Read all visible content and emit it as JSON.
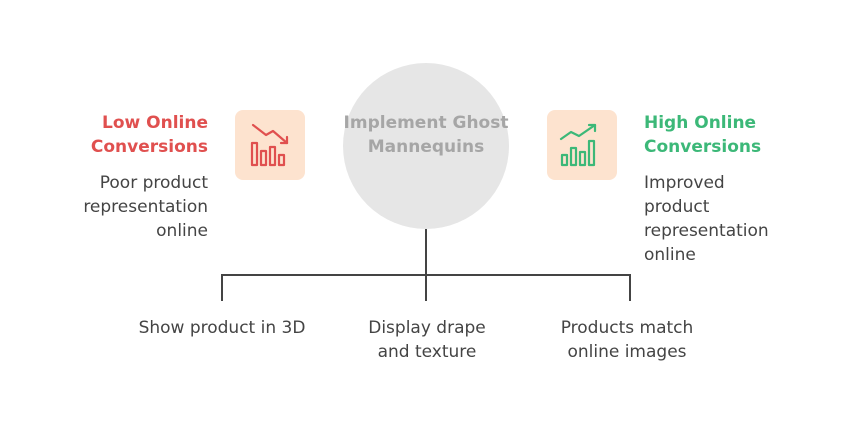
{
  "center": {
    "title": "Implement Ghost Mannequins"
  },
  "left": {
    "heading": "Low Online Conversions",
    "description": "Poor product representation online",
    "icon": "declining-bar-chart-icon",
    "color": "#e0504f"
  },
  "right": {
    "heading": "High Online Conversions",
    "description": "Improved product representation online",
    "icon": "rising-bar-chart-icon",
    "color": "#3cb878"
  },
  "branches": [
    {
      "label": "Show product in 3D"
    },
    {
      "label": "Display drape and texture"
    },
    {
      "label": "Products match online images"
    }
  ],
  "colors": {
    "icon_background": "#fde3cf",
    "circle": "#e6e6e6",
    "connector": "#444444"
  }
}
